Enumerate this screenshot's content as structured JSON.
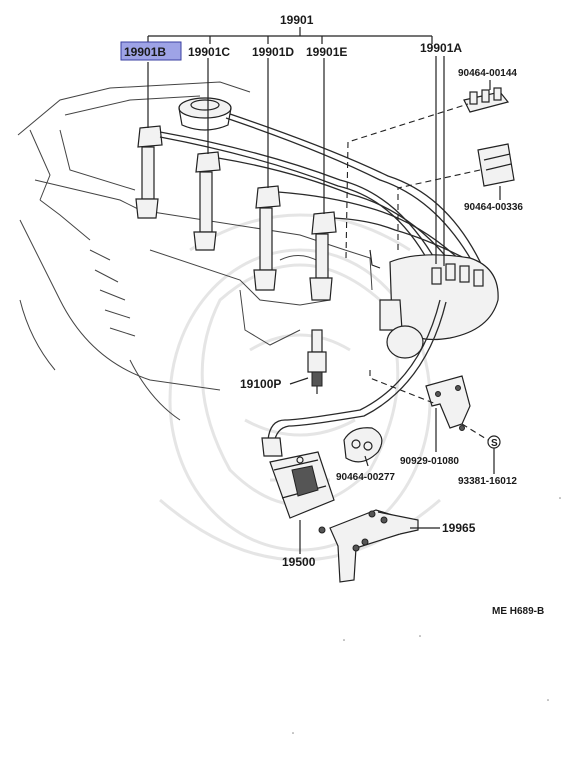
{
  "labels": {
    "main_harness": "19901",
    "wire_b": "19901B",
    "wire_c": "19901C",
    "wire_d": "19901D",
    "wire_e": "19901E",
    "wire_a": "19901A",
    "clamp_top": "90464-00144",
    "clamp_mid": "90464-00336",
    "spark_plug": "19100P",
    "clamp_bottom": "90464-00277",
    "bolt": "90929-01080",
    "washer": "93381-16012",
    "igniter": "19500",
    "bracket": "19965",
    "diagram_code": "ME H689-B"
  },
  "highlight": {
    "part": "19901B",
    "color": "#9ea3e6"
  },
  "colors": {
    "ink": "#222222",
    "highlight_fill": "#9ea3e6",
    "highlight_border": "#3a3fa0"
  }
}
